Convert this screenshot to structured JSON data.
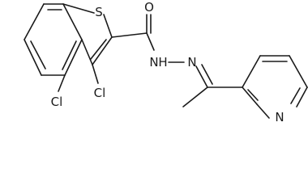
{
  "molecule": {
    "atoms": {
      "sulfur": "S",
      "oxygen": "O",
      "nitrogen_amide": "N",
      "hydrogen_amide": "H",
      "nitrogen_imine": "N",
      "chlorine_ring": "Cl",
      "chlorine_thiophene": "Cl",
      "nitrogen_pyridine": "N"
    }
  }
}
